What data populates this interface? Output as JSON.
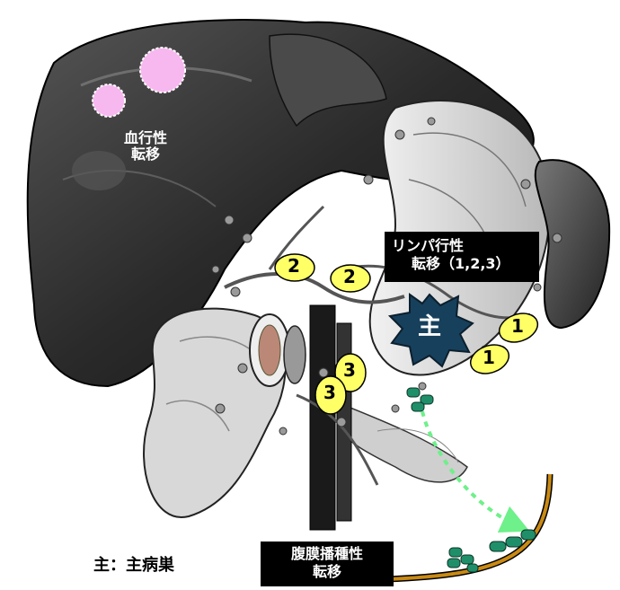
{
  "labels": {
    "hematogenous_line1": "血行性",
    "hematogenous_line2": "転移",
    "lymphatic_line1": "リンパ行性",
    "lymphatic_line2": "転移（1,2,3）",
    "peritoneal_line1": "腹膜播種性",
    "peritoneal_line2": "転移",
    "primary_mark": "主",
    "legend": "主：主病巣"
  },
  "node_numbers": {
    "n1a": "1",
    "n1b": "1",
    "n2a": "2",
    "n2b": "2",
    "n3a": "3",
    "n3b": "3"
  },
  "colors": {
    "organ_dark": "#2a2a2a",
    "organ_mid": "#6a6a6a",
    "organ_light": "#c8c8c8",
    "node_fill": "#ffff66",
    "hematogenous_circle": "#f6b8ee",
    "tumor_fill": "#17405c",
    "cell_fill": "#1f8f6a",
    "arrow": "#6ef08a",
    "peritoneum": "#c98a14"
  }
}
